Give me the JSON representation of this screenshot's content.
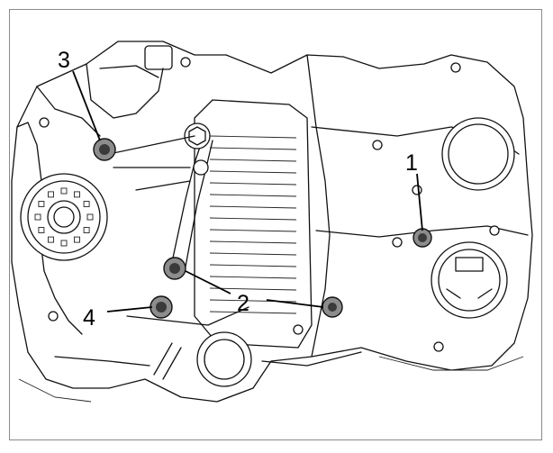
{
  "callouts": [
    {
      "id": "1",
      "label": "1"
    },
    {
      "id": "2",
      "label": "2"
    },
    {
      "id": "3",
      "label": "3"
    },
    {
      "id": "4",
      "label": "4"
    }
  ],
  "colors": {
    "line": "#111111",
    "plug_fill": "#8c8c8c",
    "plug_core": "#3a3a3a",
    "frame": "#8a8a8a"
  }
}
